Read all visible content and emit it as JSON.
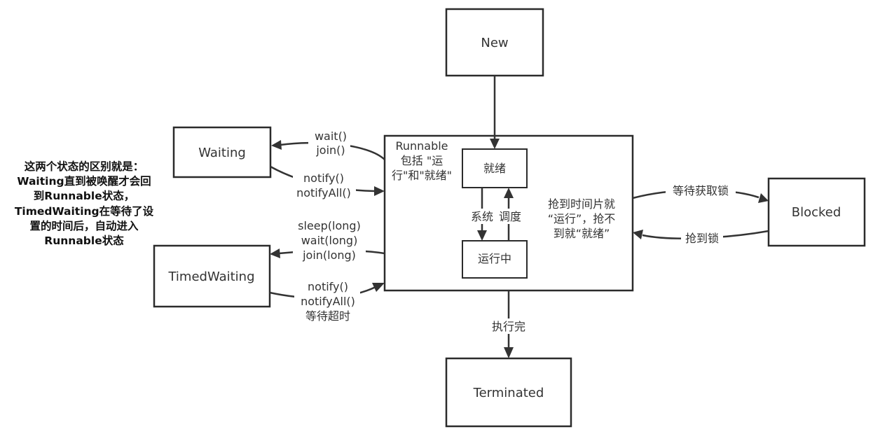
{
  "nodes": {
    "new": "New",
    "runnable_label": [
      "Runnable",
      "包括 \"运",
      "行\"和\"就绪\""
    ],
    "ready": "就绪",
    "running": "运行中",
    "waiting": "Waiting",
    "timed_waiting": "TimedWaiting",
    "blocked": "Blocked",
    "terminated": "Terminated"
  },
  "edges": {
    "to_waiting": [
      "wait()",
      "join()"
    ],
    "from_waiting": [
      "notify()",
      "notifyAll()"
    ],
    "to_timed": [
      "sleep(long)",
      "wait(long)",
      "join(long)"
    ],
    "from_timed": [
      "notify()",
      "notifyAll()",
      "等待超时"
    ],
    "to_blocked": "等待获取锁",
    "from_blocked": "抢到锁",
    "to_terminated": "执行完",
    "scheduler_left": "系统",
    "scheduler_right": "调度"
  },
  "inner_note": [
    "抢到时间片就",
    "“运行”，抢不",
    "到就“就绪”"
  ],
  "side_note": [
    "这两个状态的区别就是：",
    "Waiting直到被唤醒才会回",
    "到Runnable状态，",
    "TimedWaiting在等待了设",
    "置的时间后，自动进入",
    "Runnable状态"
  ]
}
